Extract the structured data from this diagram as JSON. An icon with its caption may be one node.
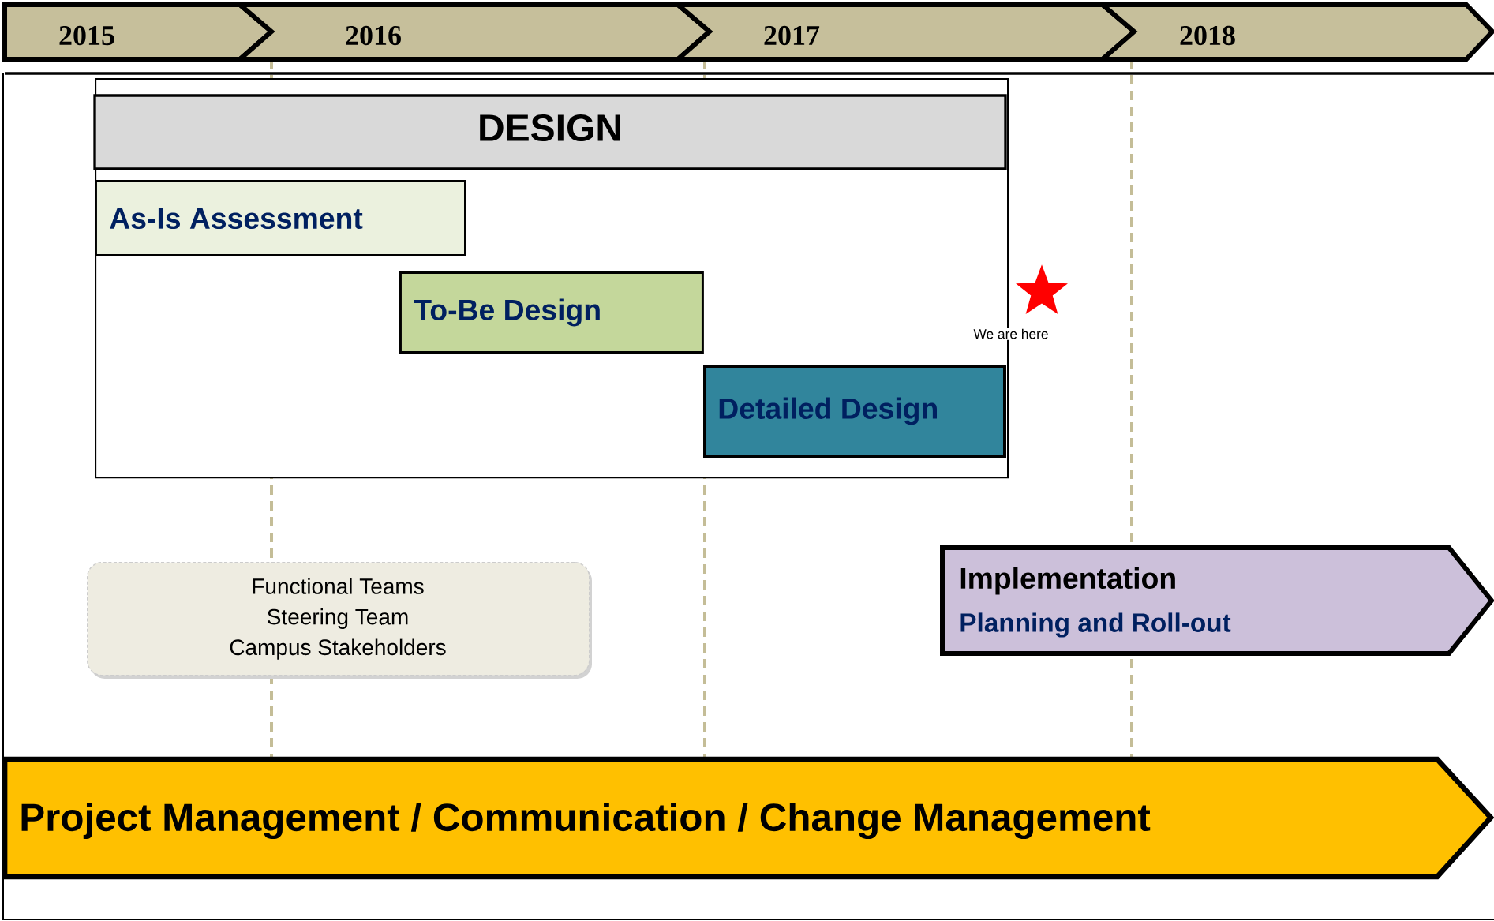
{
  "diagram": {
    "nodes": [
      {
        "text": [
          "2015"
        ]
      },
      {
        "text": [
          "2016"
        ]
      },
      {
        "text": [
          "2017"
        ]
      },
      {
        "text": [
          "2018"
        ]
      },
      {
        "text": [
          "DESIGN"
        ]
      },
      {
        "text": [
          "As-Is Assessment"
        ],
        "in": 4
      },
      {
        "text": [
          "To-Be Design"
        ],
        "in": 4
      },
      {
        "text": [
          "Detailed Design"
        ],
        "in": 4
      },
      {
        "text": [
          "Functional Teams",
          "Steering Team",
          "Campus Stakeholders"
        ]
      },
      {
        "text": [
          "Implementation",
          "Planning and Roll-out"
        ]
      },
      {
        "text": [
          "Project Management / Communication / Change Management"
        ]
      }
    ],
    "labels": [
      "We are here"
    ]
  }
}
